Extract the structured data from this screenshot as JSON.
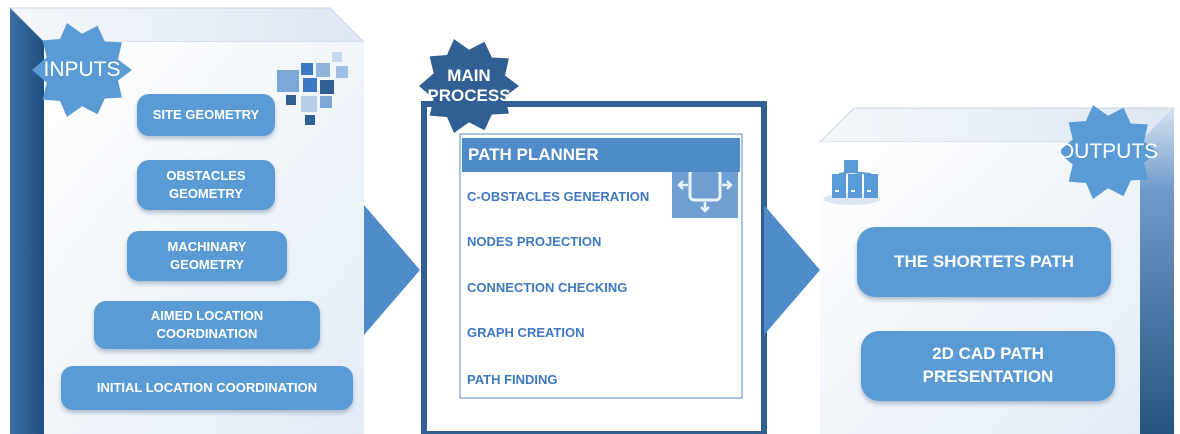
{
  "inputs": {
    "badge": "INPUTS",
    "items": [
      "SITE GEOMETRY",
      "OBSTACLES\nGEOMETRY",
      "MACHINARY\nGEOMETRY",
      "AIMED LOCATION\nCOORDINATION",
      "INITIAL LOCATION COORDINATION"
    ]
  },
  "main": {
    "badge": "MAIN\nPROCESS",
    "planner_title": "PATH PLANNER",
    "steps": [
      "C-OBSTACLES GENERATION",
      "NODES PROJECTION",
      "CONNECTION CHECKING",
      "GRAPH CREATION",
      "PATH FINDING"
    ]
  },
  "outputs": {
    "badge": "OUTPUTS",
    "items": [
      "THE SHORTETS PATH",
      "2D CAD PATH\nPRESENTATION"
    ]
  },
  "colors": {
    "accent": "#5b9bd5",
    "dark": "#2f5f93",
    "panel": "#eef3f9"
  },
  "icons": [
    "tiles-icon",
    "crossroads-icon",
    "servers-icon",
    "arrow-right-icon"
  ]
}
